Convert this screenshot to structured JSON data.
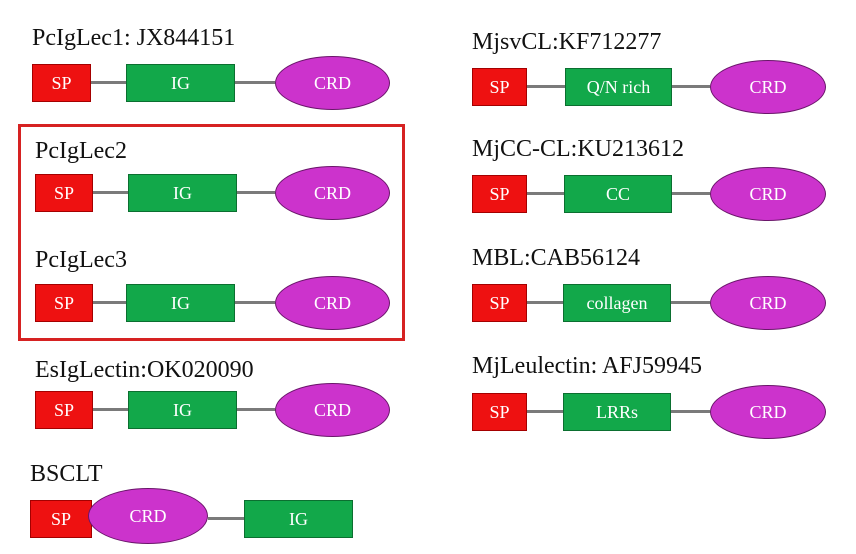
{
  "proteins": [
    {
      "label": "PcIgLec1: JX844151",
      "domains": [
        "SP",
        "IG",
        "CRD"
      ]
    },
    {
      "label": "PcIgLec2",
      "domains": [
        "SP",
        "IG",
        "CRD"
      ]
    },
    {
      "label": "PcIgLec3",
      "domains": [
        "SP",
        "IG",
        "CRD"
      ]
    },
    {
      "label": "EsIgLectin:OK020090",
      "domains": [
        "SP",
        "IG",
        "CRD"
      ]
    },
    {
      "label": "BSCLT",
      "domains": [
        "SP",
        "CRD",
        "IG"
      ]
    },
    {
      "label": "MjsvCL:KF712277",
      "domains": [
        "SP",
        "Q/N rich",
        "CRD"
      ]
    },
    {
      "label": "MjCC-CL:KU213612",
      "domains": [
        "SP",
        "CC",
        "CRD"
      ]
    },
    {
      "label": "MBL:CAB56124",
      "domains": [
        "SP",
        "collagen",
        "CRD"
      ]
    },
    {
      "label": "MjLeulectin: AFJ59945",
      "domains": [
        "SP",
        "LRRs",
        "CRD"
      ]
    }
  ],
  "colors": {
    "SP": "#ee1111",
    "middle_domain": "#12a84a",
    "CRD": "#cc33cc",
    "linker": "#7a7a7a",
    "highlight_box": "#d62222"
  }
}
